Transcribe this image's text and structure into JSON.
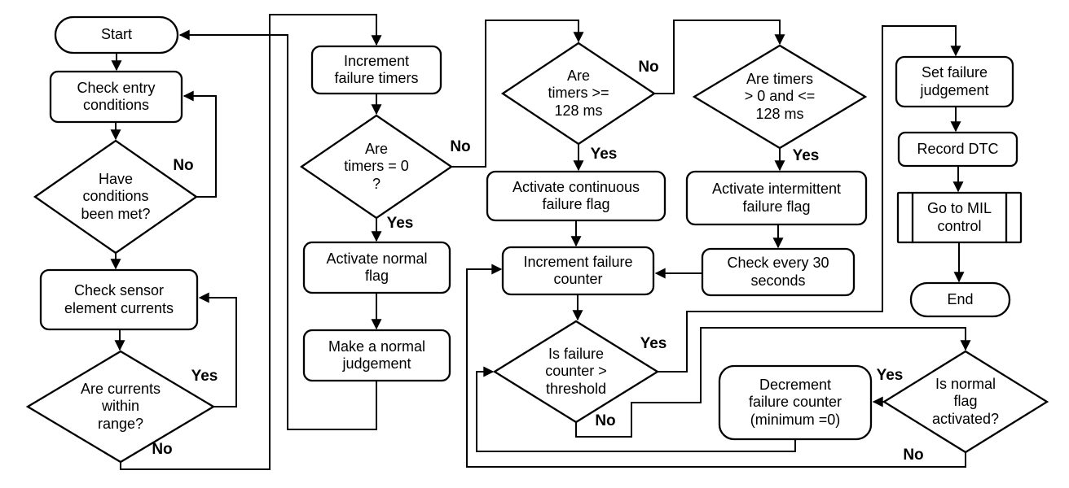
{
  "diagram": {
    "colors": {
      "stroke": "#000000",
      "background": "#ffffff"
    },
    "nodes": {
      "start": {
        "type": "terminator",
        "label": "Start"
      },
      "check_entry": {
        "type": "process",
        "label": "Check entry\nconditions"
      },
      "have_conditions": {
        "type": "decision",
        "label": "Have\nconditions\nbeen met?"
      },
      "check_sensor": {
        "type": "process",
        "label": "Check sensor\nelement currents"
      },
      "currents_range": {
        "type": "decision",
        "label": "Are currents\nwithin\nrange?"
      },
      "increment_timers": {
        "type": "process",
        "label": "Increment\nfailure timers"
      },
      "timers_zero": {
        "type": "decision",
        "label": "Are\ntimers = 0\n?"
      },
      "activate_normal": {
        "type": "process",
        "label": "Activate normal\nflag"
      },
      "normal_judgement": {
        "type": "process",
        "label": "Make a normal\njudgement"
      },
      "timers_ge_128": {
        "type": "decision",
        "label": "Are\ntimers >=\n128 ms"
      },
      "activate_continuous": {
        "type": "process",
        "label": "Activate continuous\nfailure flag"
      },
      "increment_counter": {
        "type": "process",
        "label": "Increment failure\ncounter"
      },
      "counter_threshold": {
        "type": "decision",
        "label": "Is failure\ncounter >\nthreshold"
      },
      "timers_0_128": {
        "type": "decision",
        "label": "Are timers\n> 0 and <=\n128 ms"
      },
      "activate_intermittent": {
        "type": "process",
        "label": "Activate intermittent\nfailure flag"
      },
      "check_30s": {
        "type": "process",
        "label": "Check every 30\nseconds"
      },
      "set_failure": {
        "type": "process",
        "label": "Set failure\njudgement"
      },
      "record_dtc": {
        "type": "process",
        "label": "Record DTC"
      },
      "mil_control": {
        "type": "predefined",
        "label": "Go to MIL\ncontrol"
      },
      "end": {
        "type": "terminator",
        "label": "End"
      },
      "normal_flag": {
        "type": "decision",
        "label": "Is normal\nflag\nactivated?"
      },
      "decrement_counter": {
        "type": "process",
        "label": "Decrement\nfailure counter\n(minimum =0)"
      }
    },
    "edge_labels": {
      "conditions_no": "No",
      "currents_yes": "Yes",
      "currents_no": "No",
      "timers_zero_yes": "Yes",
      "timers_zero_no": "No",
      "timers_ge_yes": "Yes",
      "timers_ge_no": "No",
      "timers_0_128_yes": "Yes",
      "threshold_yes": "Yes",
      "threshold_no": "No",
      "normal_flag_yes": "Yes",
      "normal_flag_no": "No"
    }
  }
}
